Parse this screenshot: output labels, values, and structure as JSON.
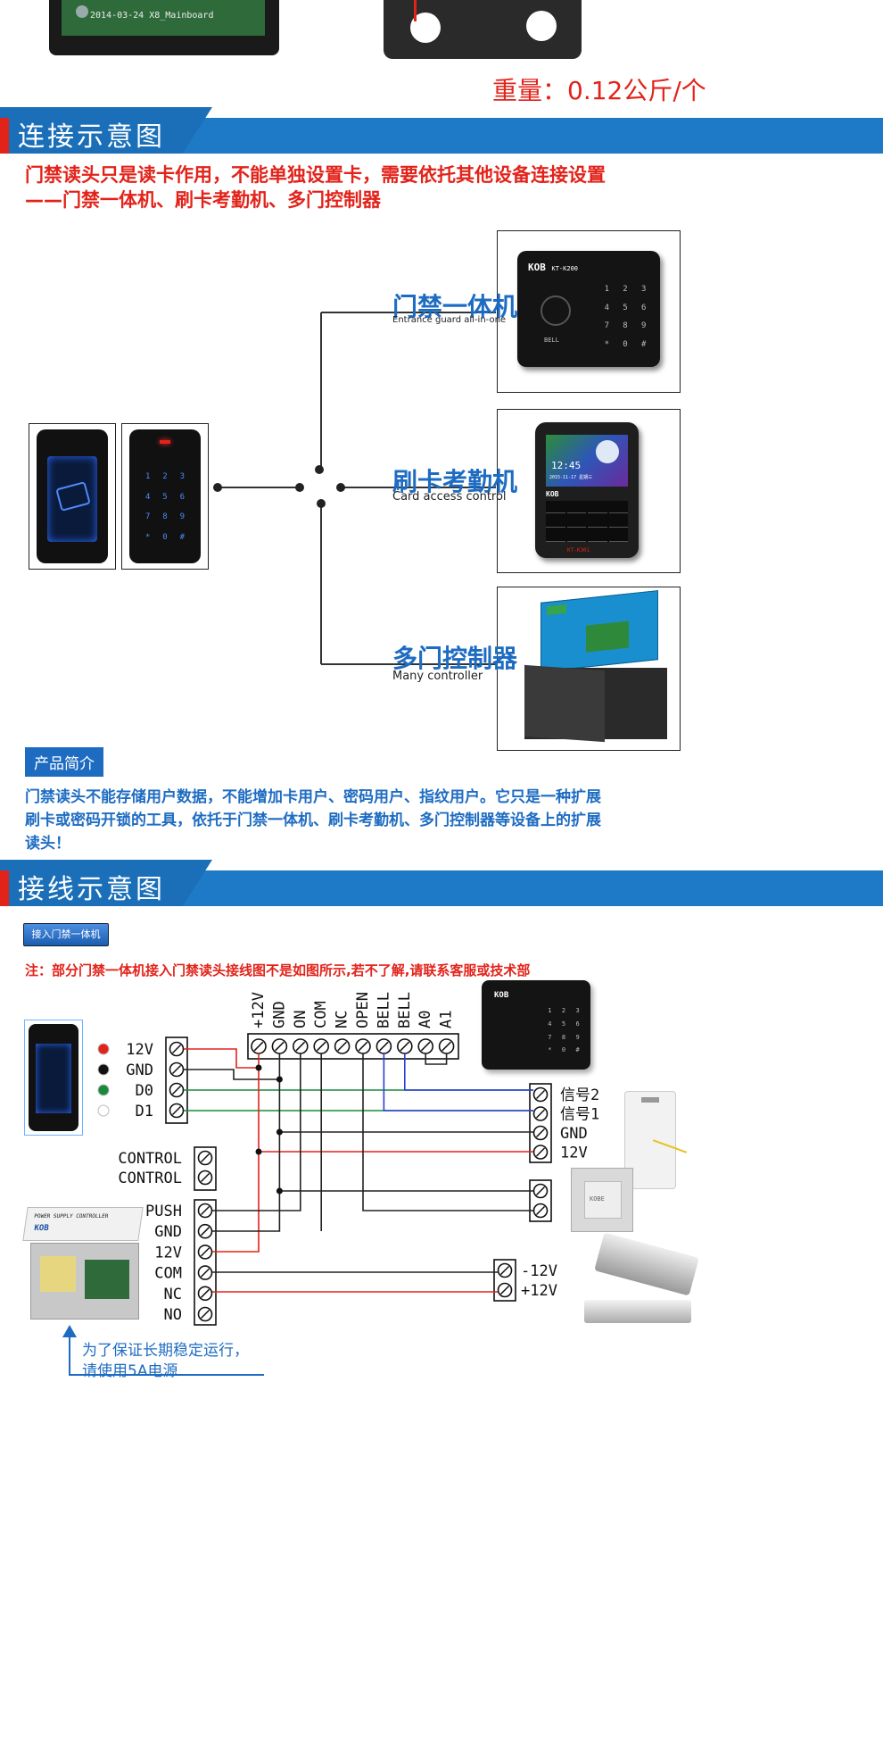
{
  "top": {
    "mainboard_text": "2014-03-24  X8_Mainboard",
    "weight": "重量：0.12公斤/个"
  },
  "section1": {
    "title": "连接示意图",
    "notice_line1": "门禁读头只是读卡作用，不能单独设置卡，需要依托其他设备连接设置",
    "notice_line2": "——门禁一体机、刷卡考勤机、多门控制器"
  },
  "devices": [
    {
      "cn": "门禁一体机",
      "en": "Entrance guard all-in-one",
      "brand": "KOB",
      "model": "KT-K200"
    },
    {
      "cn": "刷卡考勤机",
      "en": "Card access control",
      "brand": "KOB",
      "model": "KT-K301",
      "screen_time": "12:45",
      "screen_date": "2015-11-17  星期三"
    },
    {
      "cn": "多门控制器",
      "en": "Many controller"
    }
  ],
  "keypad_keys": [
    "1",
    "2",
    "3",
    "4",
    "5",
    "6",
    "7",
    "8",
    "9",
    "*",
    "0",
    "#"
  ],
  "bell_label": "BELL",
  "product_intro": {
    "title": "产品简介",
    "line1": "门禁读头不能存储用户数据，不能增加卡用户、密码用户、指纹用户。它只是一种扩展",
    "line2": "刷卡或密码开锁的工具，依托于门禁一体机、刷卡考勤机、多门控制器等设备上的扩展",
    "line3": "读头！"
  },
  "section2": {
    "title": "接线示意图",
    "button": "接入门禁一体机",
    "note": "注：部分门禁一体机接入门禁读头接线图不是如图所示,若不了解,请联系客服或技术部"
  },
  "wiring": {
    "reader_terms": [
      "12V",
      "GND",
      "D0",
      "D1"
    ],
    "reader_dot_colors": [
      "#e2231a",
      "#111111",
      "#1a8a3a",
      "#ffffff"
    ],
    "top_terms": [
      "+12V",
      "GND",
      "ON",
      "COM",
      "NC",
      "OPEN",
      "BELL",
      "BELL",
      "A0",
      "A1"
    ],
    "control_terms": [
      "CONTROL",
      "CONTROL"
    ],
    "psu_terms": [
      "PUSH",
      "GND",
      "12V",
      "COM",
      "NC",
      "NO"
    ],
    "signal_terms": [
      "信号2",
      "信号1",
      "GND",
      "12V"
    ],
    "lock_terms": [
      "-12V",
      "+12V"
    ],
    "psu_label": "POWER SUPPLY CONTROLLER",
    "psu_brand": "KOB",
    "power_note_line1": "为了保证长期稳定运行，",
    "power_note_line2": "请使用5A电源",
    "exit_brand": "KOBE"
  },
  "colors": {
    "red": "#e2231a",
    "blue": "#1e6cc2",
    "green": "#1a8a3a",
    "wire_blue": "#2a3fd6"
  }
}
